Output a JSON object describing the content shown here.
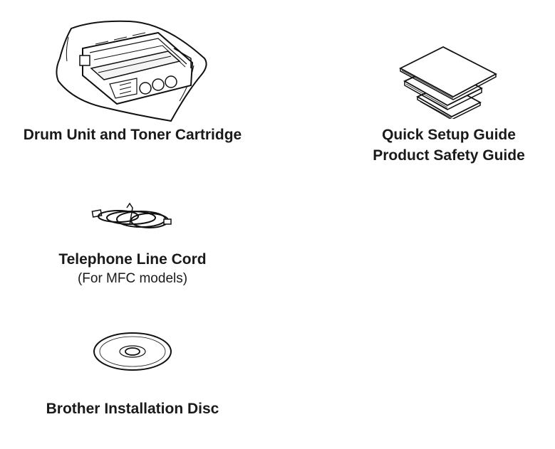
{
  "items": {
    "drum": {
      "title": "Drum Unit and Toner Cartridge",
      "icon": "drum-toner-icon"
    },
    "guides": {
      "titles": [
        "Quick Setup Guide",
        "Product Safety Guide"
      ],
      "icon": "documents-stack-icon"
    },
    "cord": {
      "title": "Telephone Line Cord",
      "note": "(For MFC models)",
      "icon": "telephone-cord-icon"
    },
    "disc": {
      "title": "Brother Installation Disc",
      "icon": "disc-icon"
    }
  }
}
